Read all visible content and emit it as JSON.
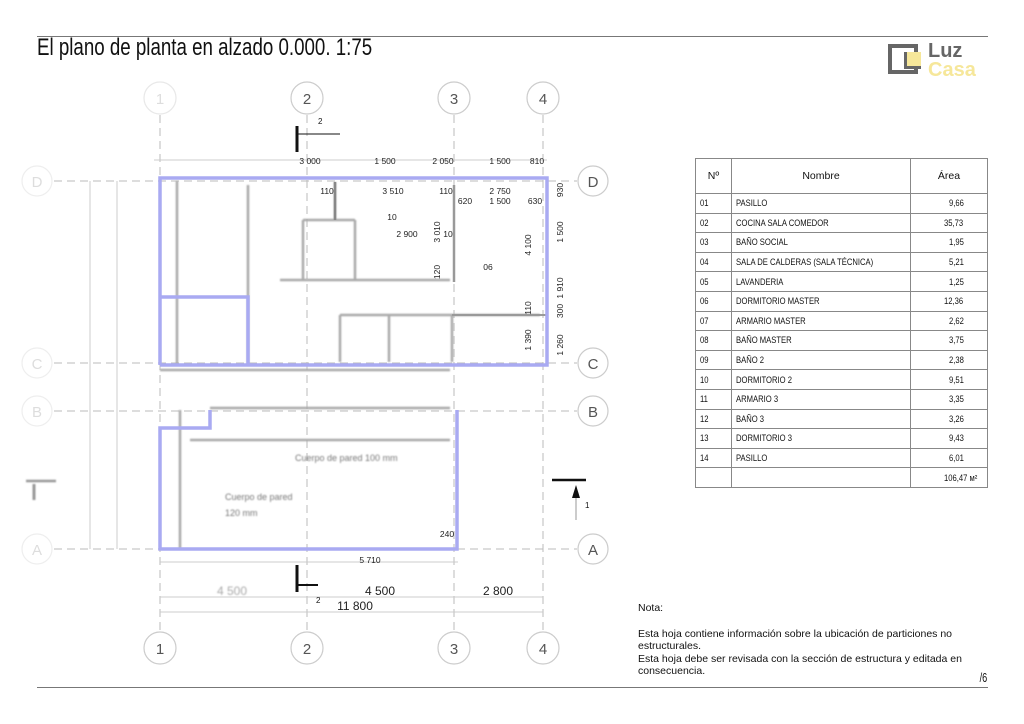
{
  "header": {
    "title": "El plano de planta en alzado 0.000. 1:75"
  },
  "logo": {
    "line1": "Luz",
    "line2": "Casa",
    "accent": "#f6e79a",
    "gray": "#666666"
  },
  "grid": {
    "columns": [
      "1",
      "2",
      "3",
      "4"
    ],
    "rows": [
      "D",
      "C",
      "B",
      "A"
    ]
  },
  "plan": {
    "sections": {
      "s2_top": "2",
      "s2_bottom": "2",
      "s1": "1"
    },
    "dims_top": [
      "3 000",
      "1 500",
      "2 050",
      "1 500",
      "810"
    ],
    "dims_row2": [
      "110",
      "3 510",
      "110",
      "2 750"
    ],
    "dims_row3": [
      "620",
      "1 500",
      "630"
    ],
    "dims_inner": {
      "room10": "10",
      "d2900": "2 900",
      "d3010": "3 010",
      "d10": "10",
      "d120": "120",
      "room06": "06",
      "d4100": "4 100",
      "d110": "110",
      "d1390": "1 390"
    },
    "dims_right": [
      "930",
      "1 500",
      "1 910",
      "300",
      "1 260"
    ],
    "dims_bottom": {
      "d240": "240",
      "d5710": "5 710",
      "d4500a": "4 500",
      "d4500b": "4 500",
      "d2800": "2 800",
      "d11800": "11 800"
    },
    "notes": {
      "wall100": "Cuerpo de pared 100 mm",
      "wall120a": "Cuerpo de pared",
      "wall120b": "120 mm"
    },
    "outline_color": "#a9aaf2"
  },
  "table": {
    "headers": [
      "Nº",
      "Nombre",
      "Área"
    ],
    "rows": [
      {
        "n": "01",
        "name": "PASILLO",
        "area": "9,66"
      },
      {
        "n": "02",
        "name": "COCINA SALA COMEDOR",
        "area": "35,73"
      },
      {
        "n": "03",
        "name": "BAÑO SOCIAL",
        "area": "1,95"
      },
      {
        "n": "04",
        "name": "SALA DE CALDERAS (SALA TÉCNICA)",
        "area": "5,21"
      },
      {
        "n": "05",
        "name": "LAVANDERIA",
        "area": "1,25"
      },
      {
        "n": "06",
        "name": "DORMITORIO MASTER",
        "area": "12,36"
      },
      {
        "n": "07",
        "name": "ARMARIO MASTER",
        "area": "2,62"
      },
      {
        "n": "08",
        "name": "BAÑO MASTER",
        "area": "3,75"
      },
      {
        "n": "09",
        "name": "BAÑO 2",
        "area": "2,38"
      },
      {
        "n": "10",
        "name": "DORMITORIO 2",
        "area": "9,51"
      },
      {
        "n": "11",
        "name": "ARMARIO 3",
        "area": "3,35"
      },
      {
        "n": "12",
        "name": "BAÑO 3",
        "area": "3,26"
      },
      {
        "n": "13",
        "name": "DORMITORIO 3",
        "area": "9,43"
      },
      {
        "n": "14",
        "name": "PASILLO",
        "area": "6,01"
      }
    ],
    "total": "106,47 м²"
  },
  "note": {
    "title": "Nota:",
    "line1": "Esta hoja contiene información sobre la ubicación de particiones no estructurales.",
    "line2": "Esta hoja debe ser revisada con la sección de estructura y editada en consecuencia."
  },
  "footer": {
    "page": "/6"
  }
}
